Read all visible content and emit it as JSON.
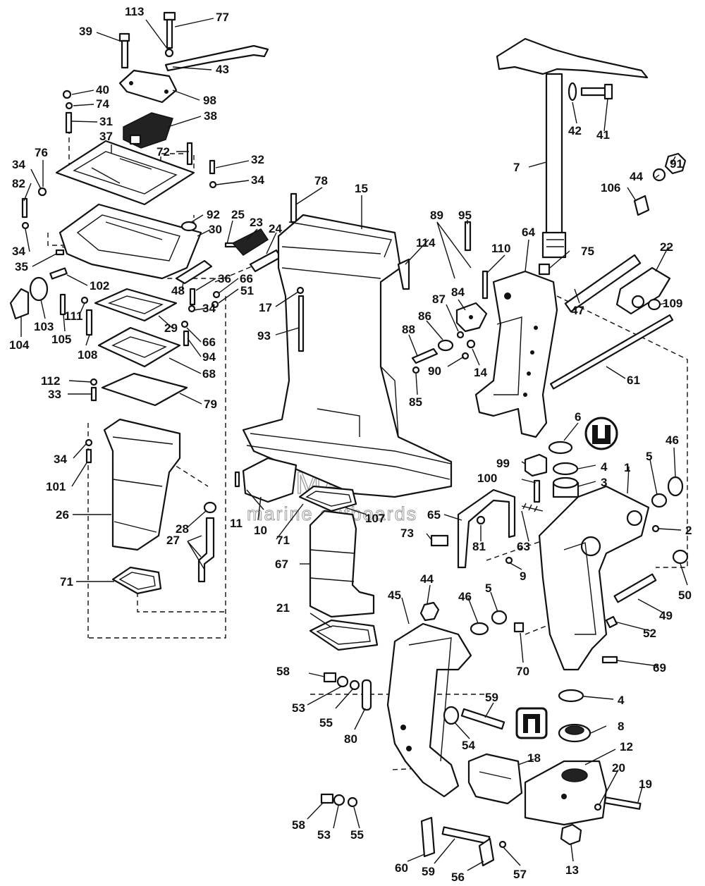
{
  "watermark": {
    "brand": "ARMADA",
    "tagline": "marine outboards",
    "accent_color": "#e07fb0"
  },
  "callouts": {
    "c113": "113",
    "c77": "77",
    "c39": "39",
    "c43": "43",
    "c40": "40",
    "c98": "98",
    "c74": "74",
    "c31": "31",
    "c38": "38",
    "c37": "37",
    "c72": "72",
    "c32": "32",
    "c34a": "34",
    "c76": "76",
    "c34b": "34",
    "c82": "82",
    "c92": "92",
    "c25": "25",
    "c23": "23",
    "c30": "30",
    "c24": "24",
    "c34c": "34",
    "c35": "35",
    "c102": "102",
    "c36": "36",
    "c66a": "66",
    "c48": "48",
    "c51": "51",
    "c104": "104",
    "c103": "103",
    "c111": "111",
    "c105": "105",
    "c29": "29",
    "c34d": "34",
    "c66b": "66",
    "c108": "108",
    "c94": "94",
    "c68": "68",
    "c112": "112",
    "c33": "33",
    "c79": "79",
    "c34e": "34",
    "c101": "101",
    "c26": "26",
    "c28": "28",
    "c27": "27",
    "c71a": "71",
    "c78": "78",
    "c15": "15",
    "c114": "114",
    "c17": "17",
    "c93": "93",
    "c89": "89",
    "c95": "95",
    "c110": "110",
    "c84": "84",
    "c87": "87",
    "c86": "86",
    "c88": "88",
    "c90": "90",
    "c14": "14",
    "c85": "85",
    "c64": "64",
    "c75": "75",
    "c22": "22",
    "c47": "47",
    "c109": "109",
    "c61": "61",
    "c7": "7",
    "c42": "42",
    "c41": "41",
    "c91": "91",
    "c44a": "44",
    "c106": "106",
    "c6": "6",
    "c46a": "46",
    "c5a": "5",
    "c1": "1",
    "c4a": "4",
    "c3": "3",
    "c99": "99",
    "c100": "100",
    "c2": "2",
    "c11": "11",
    "c10": "10",
    "c107": "107",
    "c71b": "71",
    "c65": "65",
    "c73": "73",
    "c63": "63",
    "c81": "81",
    "c9": "9",
    "c50": "50",
    "c67": "67",
    "c44b": "44",
    "c46b": "46",
    "c5b": "5",
    "c45": "45",
    "c49": "49",
    "c52": "52",
    "c21": "21",
    "c70": "70",
    "c69": "69",
    "c58a": "58",
    "c53a": "53",
    "c55a": "55",
    "c80": "80",
    "c59a": "59",
    "c54": "54",
    "c4b": "4",
    "c8": "8",
    "c12": "12",
    "c18": "18",
    "c20": "20",
    "c19": "19",
    "c58b": "58",
    "c53b": "53",
    "c55b": "55",
    "c60": "60",
    "c59b": "59",
    "c56": "56",
    "c57": "57",
    "c13": "13"
  }
}
